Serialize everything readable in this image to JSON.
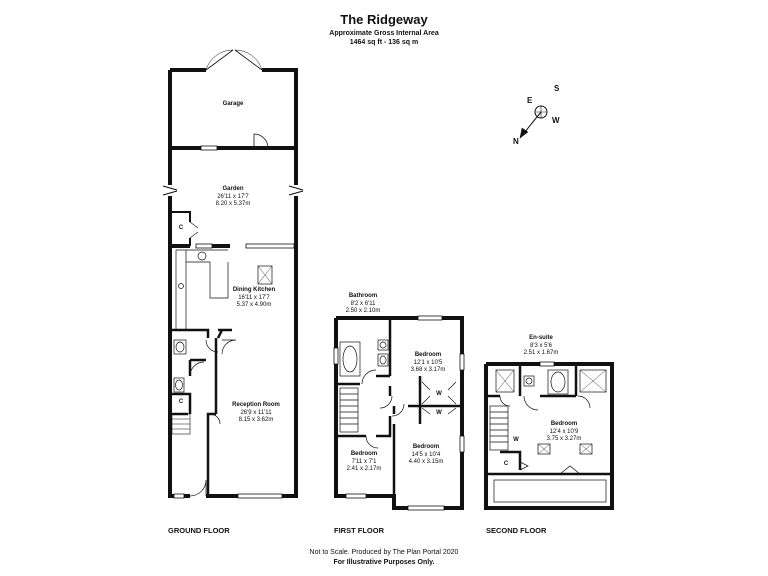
{
  "header": {
    "title": "The Ridgeway",
    "subtitle": "Approximate Gross Internal Area",
    "area": "1464 sq ft - 136 sq m"
  },
  "compass": {
    "n": "N",
    "e": "E",
    "s": "S",
    "w": "W"
  },
  "ground_floor": {
    "name": "GROUND FLOOR",
    "garage": {
      "name": "Garage"
    },
    "garden": {
      "name": "Garden",
      "imperial": "26'11 x 17'7",
      "metric": "8.20 x 5.37m"
    },
    "cupboard_1": "C",
    "cupboard_2": "C",
    "dining_kitchen": {
      "name": "Dining Kitchen",
      "imperial": "16'11 x 17'7",
      "metric": "5.37 x 4.90m"
    },
    "reception": {
      "name": "Reception Room",
      "imperial": "26'9 x 11'11",
      "metric": "8.15 x 3.62m"
    }
  },
  "first_floor": {
    "name": "FIRST FLOOR",
    "bathroom": {
      "name": "Bathroom",
      "imperial": "8'2 x 6'11",
      "metric": "2.50 x 2.10m"
    },
    "bedroom_a": {
      "name": "Bedroom",
      "imperial": "12'1 x 10'5",
      "metric": "3.68 x 3.17m"
    },
    "wardrobe_1": "W",
    "wardrobe_2": "W",
    "bedroom_b": {
      "name": "Bedroom",
      "imperial": "14'5 x 10'4",
      "metric": "4.40 x 3.15m"
    },
    "bedroom_c": {
      "name": "Bedroom",
      "imperial": "7'11 x 7'1",
      "metric": "2.41 x 2.17m"
    }
  },
  "second_floor": {
    "name": "SECOND FLOOR",
    "ensuite": {
      "name": "En-suite",
      "imperial": "8'3 x 5'6",
      "metric": "2.51 x 1.67m"
    },
    "bedroom": {
      "name": "Bedroom",
      "imperial": "12'4 x 10'9",
      "metric": "3.75 x 3.27m"
    },
    "wardrobe": "W",
    "cupboard": "C"
  },
  "footer": {
    "line1": "Not to Scale. Produced by The Plan Portal 2020",
    "line2": "For Illustrative Purposes Only."
  }
}
